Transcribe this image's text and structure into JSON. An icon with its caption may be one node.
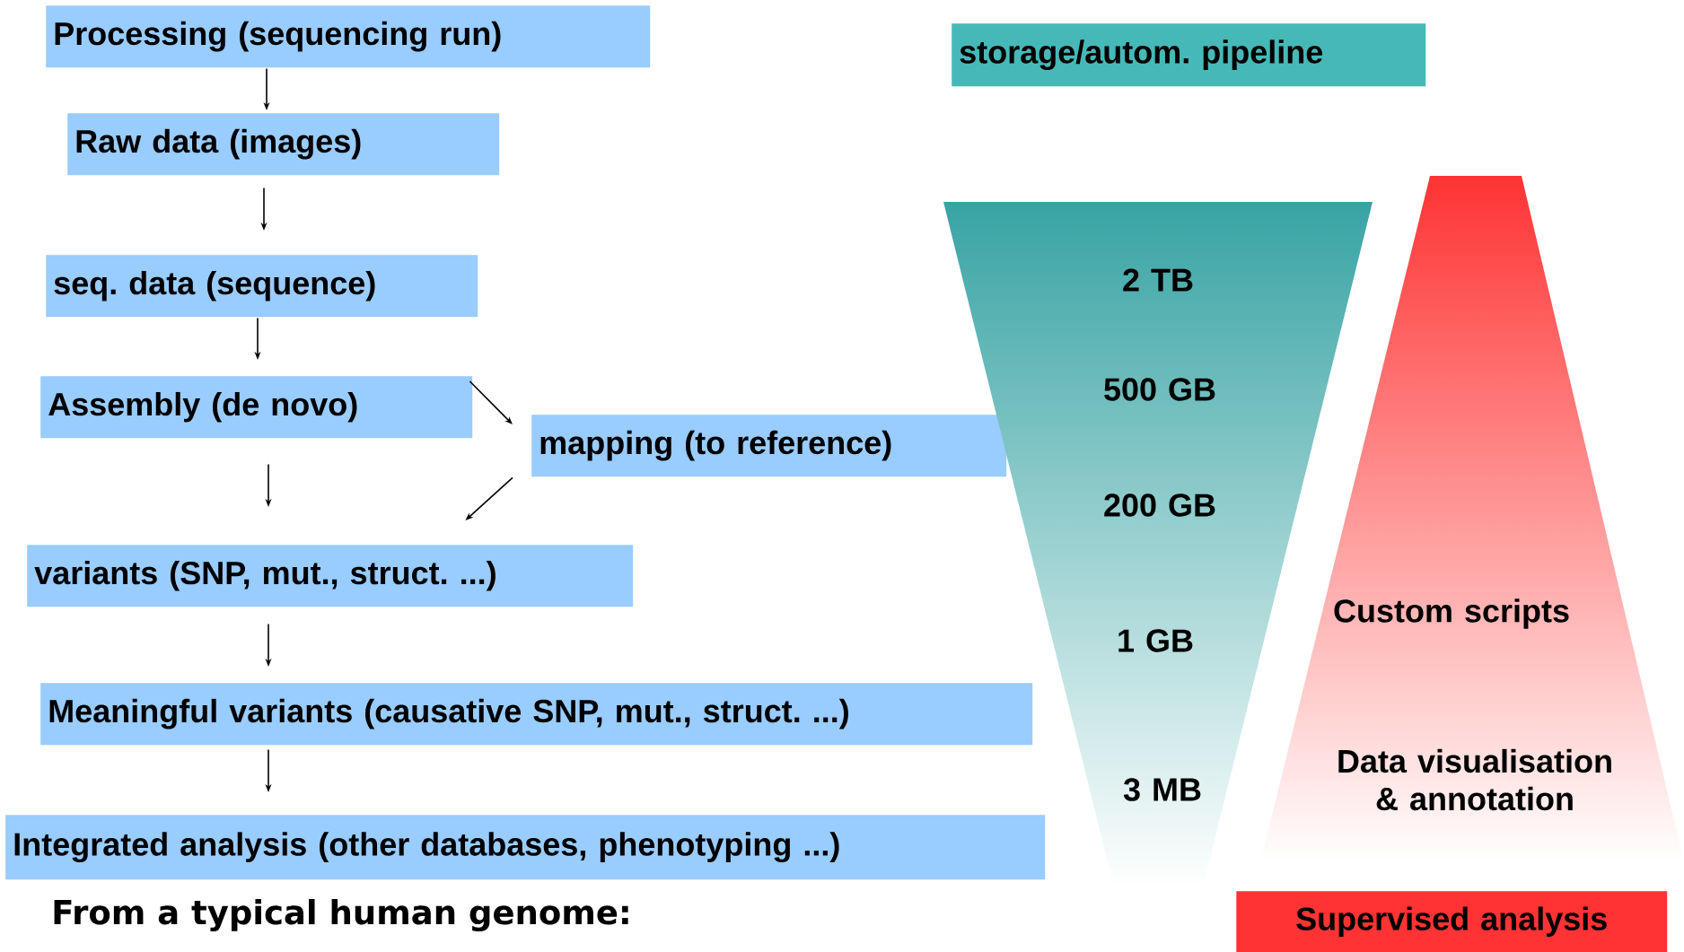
{
  "diagram": {
    "nodes": [
      {
        "text": [
          "Processing (sequencing run)"
        ]
      },
      {
        "text": [
          "Raw data (images)"
        ]
      },
      {
        "text": [
          "seq. data (sequence)"
        ]
      },
      {
        "text": [
          "Assembly (de novo)"
        ]
      },
      {
        "text": [
          "mapping (to reference)"
        ]
      },
      {
        "text": [
          "variants (SNP, mut., struct. ...)"
        ]
      },
      {
        "text": [
          "Meaningful variants (causative SNP, mut., struct. ...)"
        ]
      },
      {
        "text": [
          "Integrated analysis (other databases, phenotyping ...)"
        ]
      },
      {
        "text": [
          "storage/autom. pipeline"
        ]
      },
      {
        "text": [
          "2 TB",
          "500 GB",
          "200 GB",
          "1 GB",
          "3 MB"
        ]
      },
      {
        "text": [
          "Custom scripts",
          "Data visualisation & annotation"
        ]
      },
      {
        "text": [
          "Supervised analysis"
        ]
      }
    ],
    "edges": [
      {
        "from": 0,
        "to": 1,
        "arrow": "to"
      },
      {
        "from": 1,
        "to": 2,
        "arrow": "to"
      },
      {
        "from": 2,
        "to": 3,
        "arrow": "to"
      },
      {
        "from": 3,
        "to": 4,
        "arrow": "to"
      },
      {
        "from": 4,
        "to": 5,
        "arrow": "to"
      },
      {
        "from": 3,
        "to": 5,
        "arrow": "to"
      },
      {
        "from": 5,
        "to": 6,
        "arrow": "to"
      },
      {
        "from": 6,
        "to": 7,
        "arrow": "to"
      }
    ],
    "labels": [
      "From a typical human genome:"
    ]
  }
}
